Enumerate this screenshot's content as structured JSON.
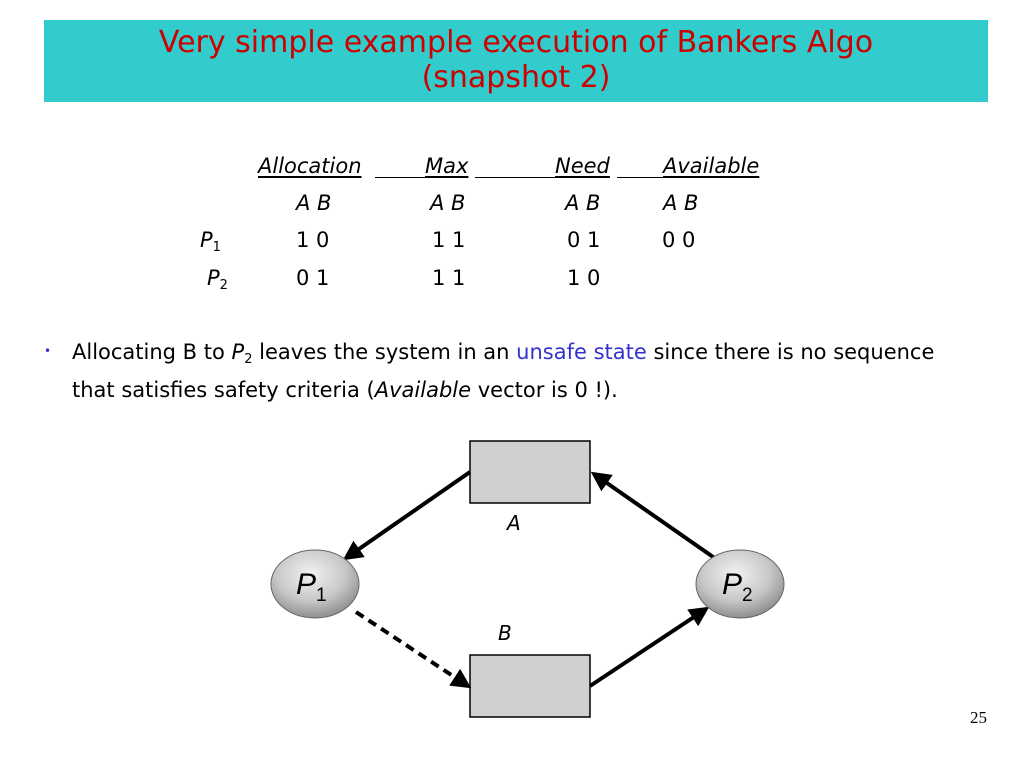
{
  "title": {
    "line1": "Very simple example execution of Bankers Algo",
    "line2": "(snapshot 2)"
  },
  "table": {
    "headers": [
      "Allocation",
      "Max",
      "Need",
      "Available"
    ],
    "subheaders": [
      "A B",
      "A B",
      "A B",
      "A B"
    ],
    "rows": [
      {
        "process": "P",
        "sub": "1",
        "allocation": "1 0",
        "max": "1 1",
        "need": "0 1",
        "available": "0 0"
      },
      {
        "process": "P",
        "sub": "2",
        "allocation": "0 1",
        "max": "1 1",
        "need": "1 0",
        "available": ""
      }
    ]
  },
  "bullet": {
    "part1": "Allocating B to ",
    "proc": "P",
    "proc_sub": "2",
    "part2": "  leaves the system in an ",
    "highlight": "unsafe state",
    "part3": " since there is no sequence  that satisfies safety criteria (",
    "italic_word": "Available",
    "part4": " vector is 0 !)."
  },
  "diagram": {
    "resource_a_label": "A",
    "resource_b_label": "B",
    "p1_label": "P",
    "p1_sub": "1",
    "p2_label": "P",
    "p2_sub": "2",
    "colors": {
      "node_fill": "#cccccc",
      "box_fill": "#d0d0d0"
    }
  },
  "page_number": "25"
}
